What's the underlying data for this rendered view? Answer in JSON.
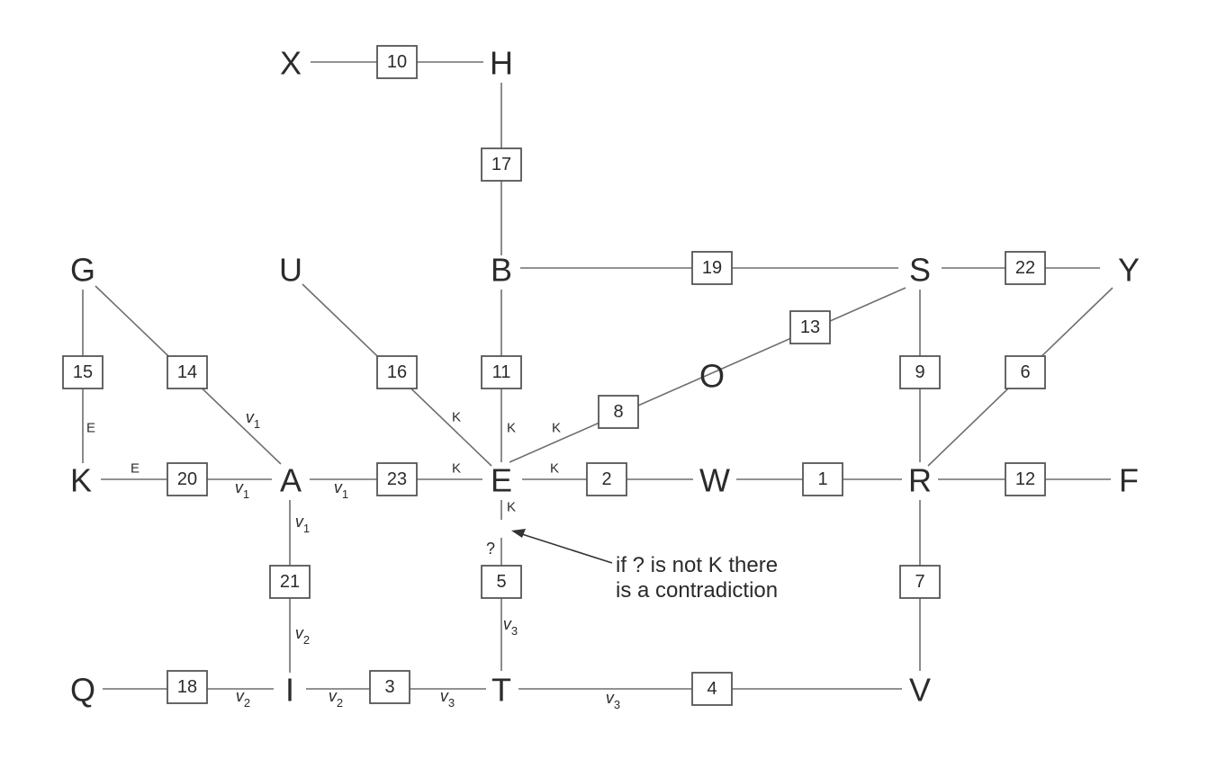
{
  "nodes": {
    "X": "X",
    "H": "H",
    "G": "G",
    "U": "U",
    "B": "B",
    "S": "S",
    "Y": "Y",
    "O": "O",
    "K": "K",
    "A": "A",
    "E": "E",
    "W": "W",
    "R": "R",
    "F": "F",
    "Q": "Q",
    "I": "I",
    "T": "T",
    "V": "V"
  },
  "edges": {
    "XH": "10",
    "HB": "17",
    "BS": "19",
    "SY": "22",
    "ES": "13",
    "GK": "15",
    "GA": "14",
    "UE": "16",
    "BE": "11",
    "EO": "8",
    "SR": "9",
    "RY": "6",
    "KA": "20",
    "AE": "23",
    "EW": "2",
    "WR": "1",
    "RF": "12",
    "AI": "21",
    "ET": "5",
    "RV": "7",
    "QI": "18",
    "IT": "3",
    "TV": "4"
  },
  "tags": {
    "K": "K",
    "E": "E",
    "q": "?",
    "v_letter": "v",
    "sub1": "1",
    "sub2": "2",
    "sub3": "3"
  },
  "annotation": {
    "line1": "if ? is not K there",
    "line2": "is a contradiction"
  }
}
